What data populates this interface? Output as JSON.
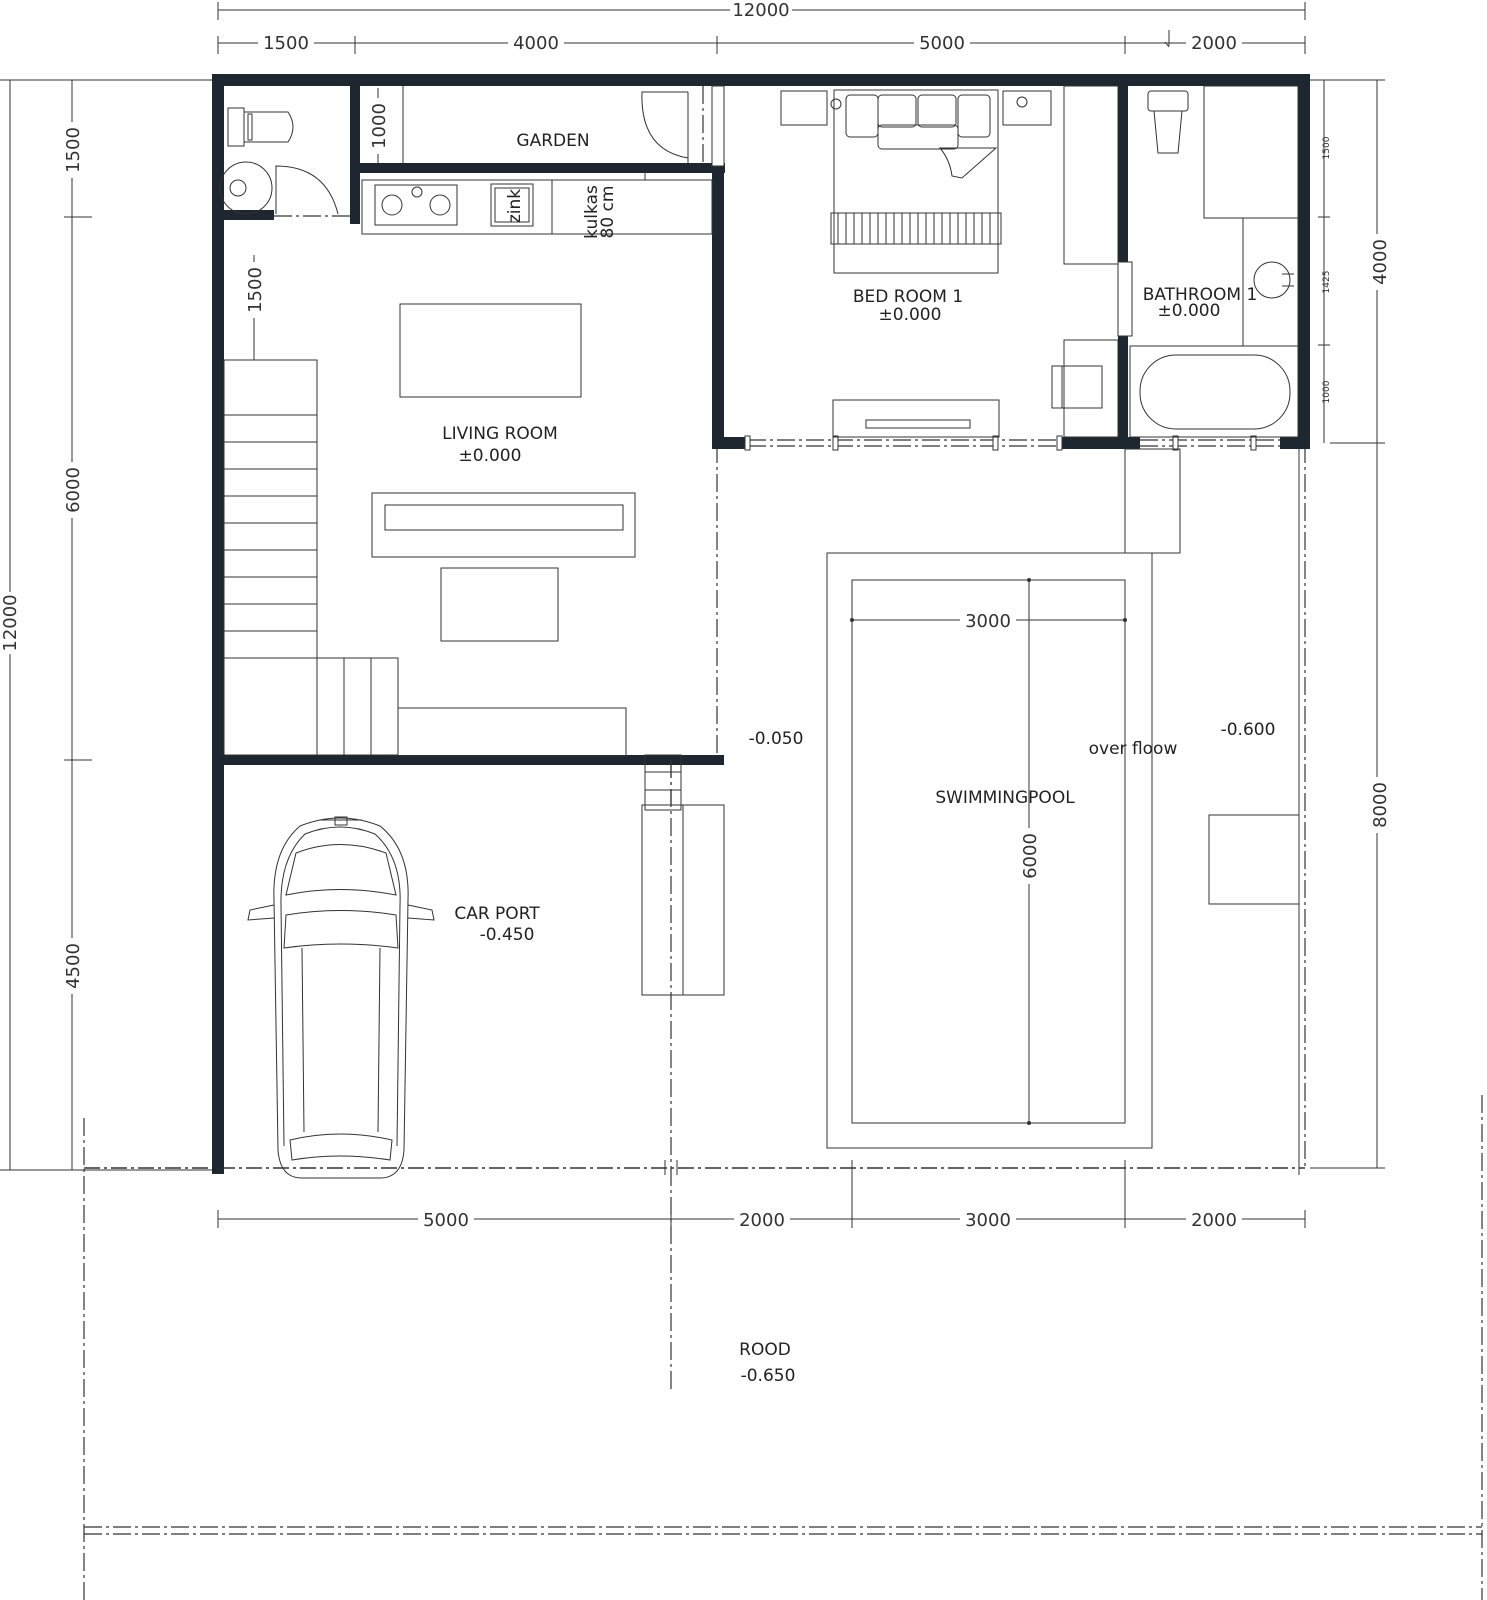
{
  "dimensions": {
    "top_total": "12000",
    "top_segments": [
      "1500",
      "4000",
      "5000",
      "2000"
    ],
    "left_total": "12000",
    "left_segments": [
      "1500",
      "6000",
      "4500"
    ],
    "left_inner": [
      "1000",
      "1500"
    ],
    "right_total_upper": "4000",
    "right_total_lower": "8000",
    "right_small": [
      "1500",
      "1425",
      "1000"
    ],
    "bottom_segments": [
      "5000",
      "2000",
      "3000",
      "2000"
    ],
    "pool_width": "3000",
    "pool_length": "6000"
  },
  "rooms": {
    "garden": "GARDEN",
    "bedroom_name": "BED ROOM 1",
    "bedroom_level": "±0.000",
    "bathroom_name": "BATHROOM 1",
    "bathroom_level": "±0.000",
    "living_name": "LIVING ROOM",
    "living_level": "±0.000",
    "carport_name": "CAR PORT",
    "carport_level": "-0.450",
    "pool_name": "SWIMMINGPOOL",
    "overflow": "over floow",
    "deck_level": "-0.050",
    "pool_area_level": "-0.600",
    "road_name": "ROOD",
    "road_level": "-0.650"
  },
  "fixtures": {
    "sink": "zink",
    "fridge_line1": "kulkas",
    "fridge_line2": "80 cm"
  },
  "colors": {
    "wall": "#1e2730",
    "line": "#333333",
    "background": "#ffffff"
  }
}
